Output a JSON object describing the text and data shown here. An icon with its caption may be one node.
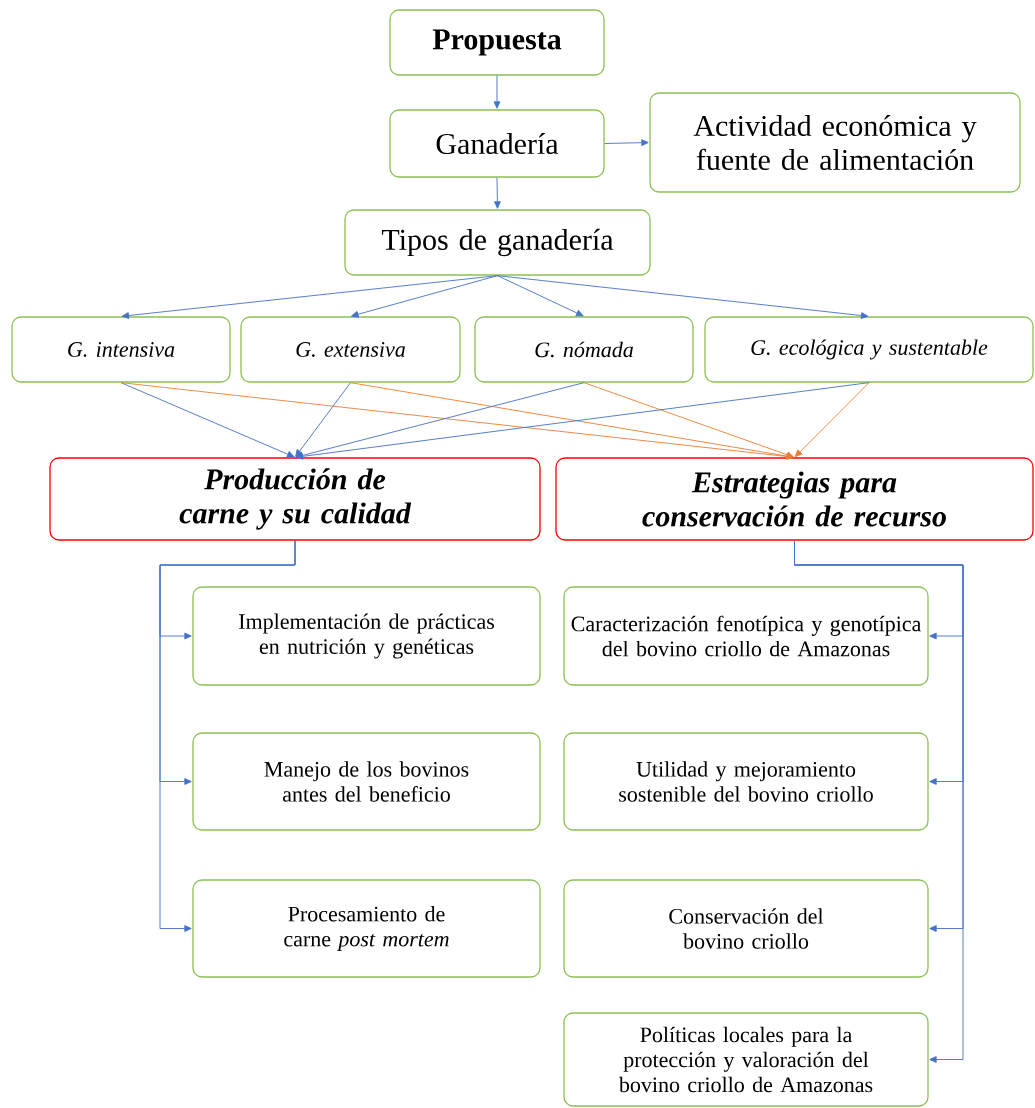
{
  "diagram": {
    "nodes": [
      {
        "text": [
          "Propuesta"
        ]
      },
      {
        "text": [
          "Ganadería"
        ]
      },
      {
        "text": [
          "Actividad económica y fuente de alimentación"
        ]
      },
      {
        "text": [
          "Tipos de ganadería"
        ]
      },
      {
        "text": [
          "G. intensiva"
        ]
      },
      {
        "text": [
          "G. extensiva"
        ]
      },
      {
        "text": [
          "G. nómada"
        ]
      },
      {
        "text": [
          "G. ecológica y sustentable"
        ]
      },
      {
        "text": [
          "Producción de carne y su calidad"
        ]
      },
      {
        "text": [
          "Estrategias para conservación de recurso"
        ]
      },
      {
        "text": [
          "Implementación de prácticas en nutrición y genéticas"
        ]
      },
      {
        "text": [
          "Manejo de los bovinos antes del beneficio"
        ]
      },
      {
        "text": [
          "Procesamiento de carne *post mortem*"
        ]
      },
      {
        "text": [
          "Caracterización fenotípica y genotípica del bovino criollo de Amazonas"
        ]
      },
      {
        "text": [
          "Utilidad y mejoramiento sostenible del bovino criollo"
        ]
      },
      {
        "text": [
          "Conservación del bovino criollo"
        ]
      },
      {
        "text": [
          "Políticas locales para la protección y valoración del bovino criollo de Amazonas"
        ]
      }
    ],
    "edges": [
      {
        "from": 0,
        "to": 1,
        "arrow": "to"
      },
      {
        "from": 1,
        "to": 2,
        "arrow": "to"
      },
      {
        "from": 1,
        "to": 3,
        "arrow": "to"
      },
      {
        "from": 3,
        "to": 4,
        "arrow": "to"
      },
      {
        "from": 3,
        "to": 5,
        "arrow": "to"
      },
      {
        "from": 3,
        "to": 6,
        "arrow": "to"
      },
      {
        "from": 3,
        "to": 7,
        "arrow": "to"
      },
      {
        "from": 4,
        "to": 8,
        "arrow": "to"
      },
      {
        "from": 4,
        "to": 9,
        "arrow": "to",
        "color": "#ed7d31"
      },
      {
        "from": 5,
        "to": 8,
        "arrow": "to"
      },
      {
        "from": 5,
        "to": 9,
        "arrow": "to",
        "color": "#ed7d31"
      },
      {
        "from": 6,
        "to": 8,
        "arrow": "to"
      },
      {
        "from": 6,
        "to": 9,
        "arrow": "to",
        "color": "#ed7d31"
      },
      {
        "from": 7,
        "to": 8,
        "arrow": "to"
      },
      {
        "from": 7,
        "to": 9,
        "arrow": "to",
        "color": "#ed7d31"
      },
      {
        "from": 8,
        "to": 10,
        "arrow": "to"
      },
      {
        "from": 8,
        "to": 11,
        "arrow": "to"
      },
      {
        "from": 8,
        "to": 12,
        "arrow": "to"
      },
      {
        "from": 9,
        "to": 13,
        "arrow": "to"
      },
      {
        "from": 9,
        "to": 14,
        "arrow": "to"
      },
      {
        "from": 9,
        "to": 15,
        "arrow": "to"
      },
      {
        "from": 9,
        "to": 16,
        "arrow": "to"
      }
    ]
  }
}
